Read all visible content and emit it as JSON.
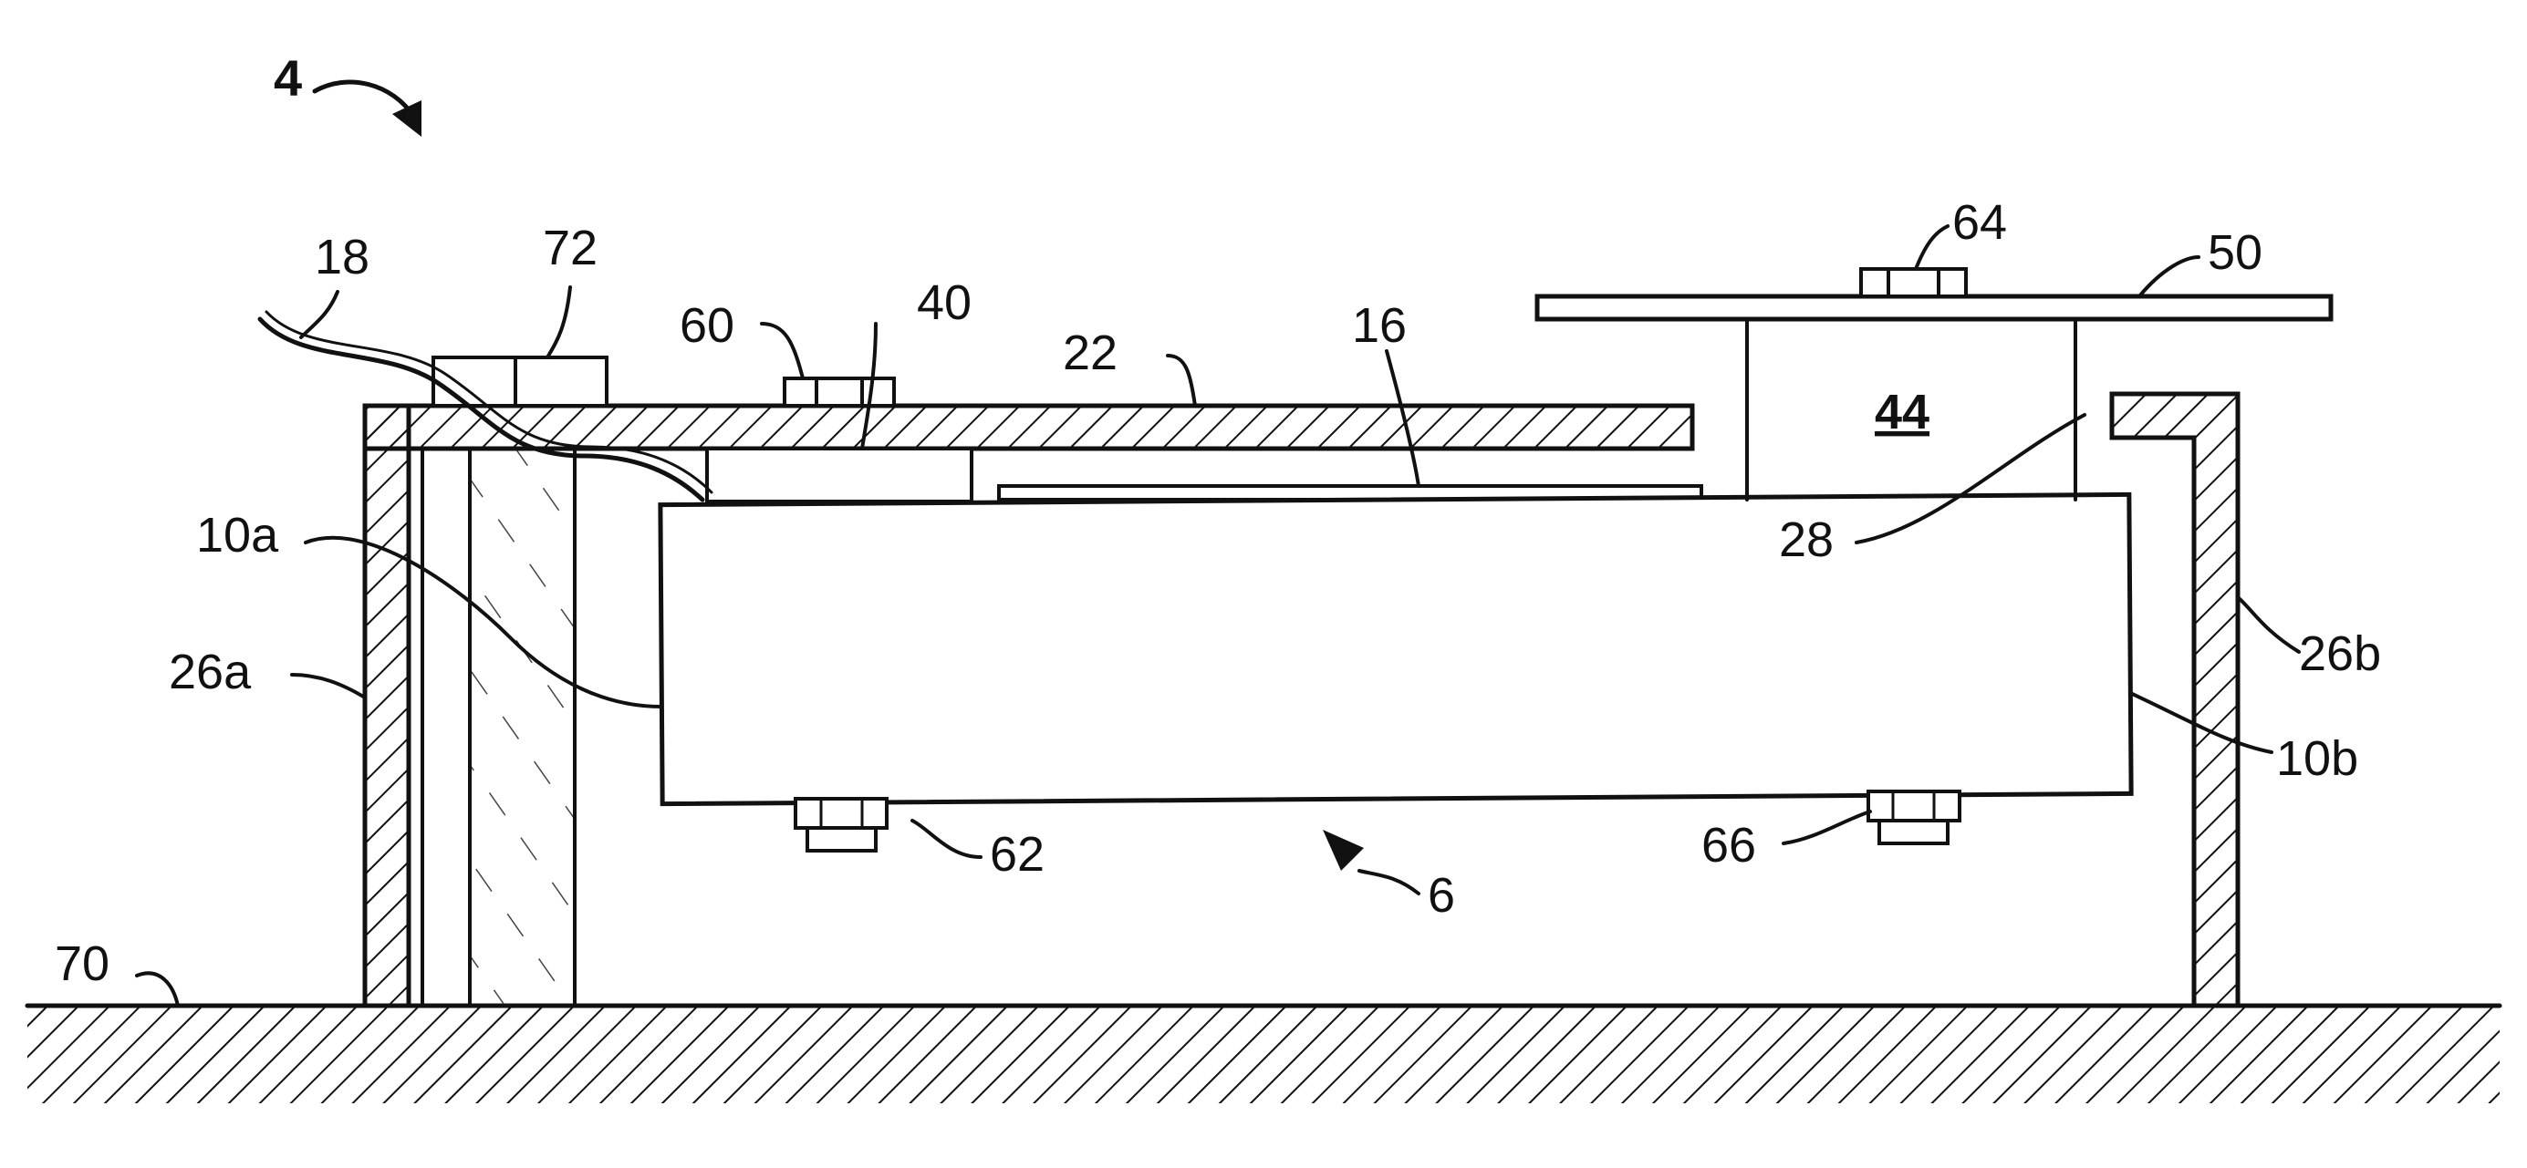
{
  "figure": {
    "labels": {
      "assembly": "4",
      "cable": "18",
      "connector": "72",
      "fastener_top_left": "60",
      "module": "40",
      "top_plate": "22",
      "strip": "16",
      "fastener_top_right": "64",
      "upper_plate": "50",
      "block": "44",
      "body_end_a": "10a",
      "wall_a": "26a",
      "lip": "28",
      "wall_b": "26b",
      "body_end_b": "10b",
      "fastener_bottom_left": "62",
      "center": "6",
      "fastener_bottom_right": "66",
      "ground": "70"
    }
  }
}
